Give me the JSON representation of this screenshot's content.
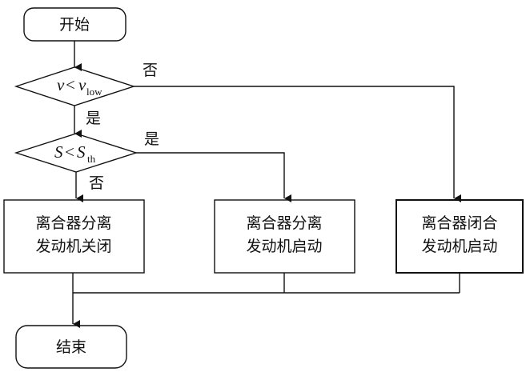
{
  "nodes": {
    "start": {
      "label": "开始"
    },
    "decision1": {
      "var": "v",
      "op": "<",
      "ref": "v",
      "ref_sub": "low"
    },
    "decision2": {
      "var": "S",
      "op": "<",
      "ref": "S",
      "ref_sub": "th"
    },
    "box1": {
      "line1": "离合器分离",
      "line2": "发动机关闭"
    },
    "box2": {
      "line1": "离合器分离",
      "line2": "发动机启动"
    },
    "box3": {
      "line1": "离合器闭合",
      "line2": "发动机启动"
    },
    "end": {
      "label": "结束"
    }
  },
  "edges": {
    "d1_no": "否",
    "d1_yes": "是",
    "d2_yes": "是",
    "d2_no": "否"
  }
}
